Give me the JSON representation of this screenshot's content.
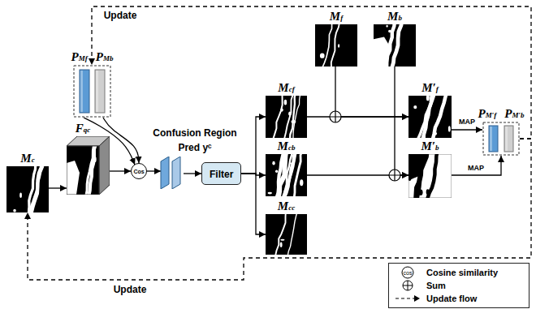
{
  "diagram": {
    "nodes": [
      {
        "text": [
          "Mc"
        ]
      },
      {
        "text": [
          "Fqc"
        ]
      },
      {
        "text": [
          "PMf",
          "PMb"
        ]
      },
      {
        "text": [
          "Cos"
        ]
      },
      {
        "text": [
          "Confusion Region Pred yᶜ"
        ]
      },
      {
        "text": [
          "Filter"
        ]
      },
      {
        "text": [
          "Mf"
        ]
      },
      {
        "text": [
          "Mb"
        ]
      },
      {
        "text": [
          "Mcf"
        ]
      },
      {
        "text": [
          "Mcb"
        ]
      },
      {
        "text": [
          "Mcc"
        ]
      },
      {
        "text": [
          "M′f"
        ]
      },
      {
        "text": [
          "M′b"
        ]
      },
      {
        "text": [
          "PM′f",
          "PM′b"
        ]
      }
    ],
    "edges": [
      {
        "from": 0,
        "to": 1,
        "arrow": "to"
      },
      {
        "from": 1,
        "to": 3,
        "arrow": "to"
      },
      {
        "from": 2,
        "to": 3,
        "arrow": "to"
      },
      {
        "from": 2,
        "to": 3,
        "arrow": "to"
      },
      {
        "from": 3,
        "to": 4,
        "arrow": "to"
      },
      {
        "from": 4,
        "to": 5,
        "arrow": "to"
      },
      {
        "from": 5,
        "to": 8,
        "arrow": "to"
      },
      {
        "from": 5,
        "to": 9,
        "arrow": "to"
      },
      {
        "from": 5,
        "to": 10,
        "arrow": "to"
      },
      {
        "from": 8,
        "to": 11,
        "arrow": "to"
      },
      {
        "from": 6,
        "to": 11,
        "arrow": "to"
      },
      {
        "from": 9,
        "to": 12,
        "arrow": "to"
      },
      {
        "from": 7,
        "to": 12,
        "arrow": "to"
      },
      {
        "from": 11,
        "to": 13,
        "label": "MAP",
        "arrow": "to"
      },
      {
        "from": 12,
        "to": 13,
        "label": "MAP",
        "arrow": "to"
      },
      {
        "from": 13,
        "to": 2,
        "label": "Update",
        "arrow": "to"
      },
      {
        "from": 13,
        "to": 0,
        "label": "Update",
        "arrow": "to"
      }
    ],
    "labels": [
      "cos"
    ],
    "legend": [
      {
        "text": "Cosine similarity"
      },
      {
        "text": "Sum"
      },
      {
        "text": "Update flow"
      }
    ]
  }
}
